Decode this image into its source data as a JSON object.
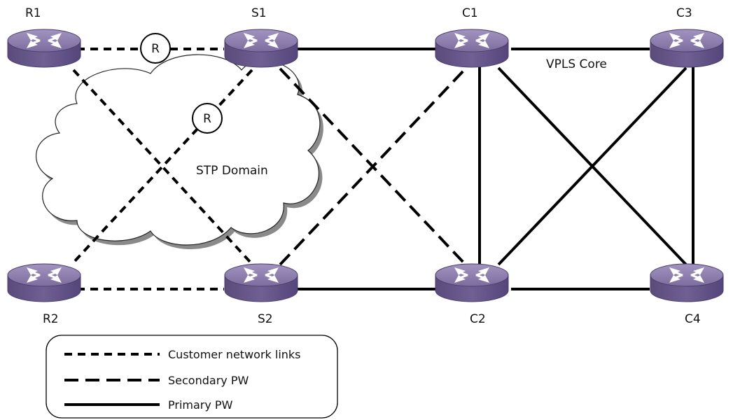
{
  "nodes": {
    "r1": "R1",
    "r2": "R2",
    "s1": "S1",
    "s2": "S2",
    "c1": "C1",
    "c2": "C2",
    "c3": "C3",
    "c4": "C4"
  },
  "cloud_label": "STP Domain",
  "core_label": "VPLS Core",
  "redundancy_marker": "R",
  "legend": {
    "customer": "Customer network links",
    "secondary": "Secondary PW",
    "primary": "Primary PW"
  },
  "colors": {
    "router_top": "#8878a8",
    "router_side": "#5e4f80",
    "router_rim": "#6e5f92",
    "line": "#000000",
    "cloud_shadow": "#8a8a8a"
  },
  "icons": [
    "router-icon"
  ]
}
